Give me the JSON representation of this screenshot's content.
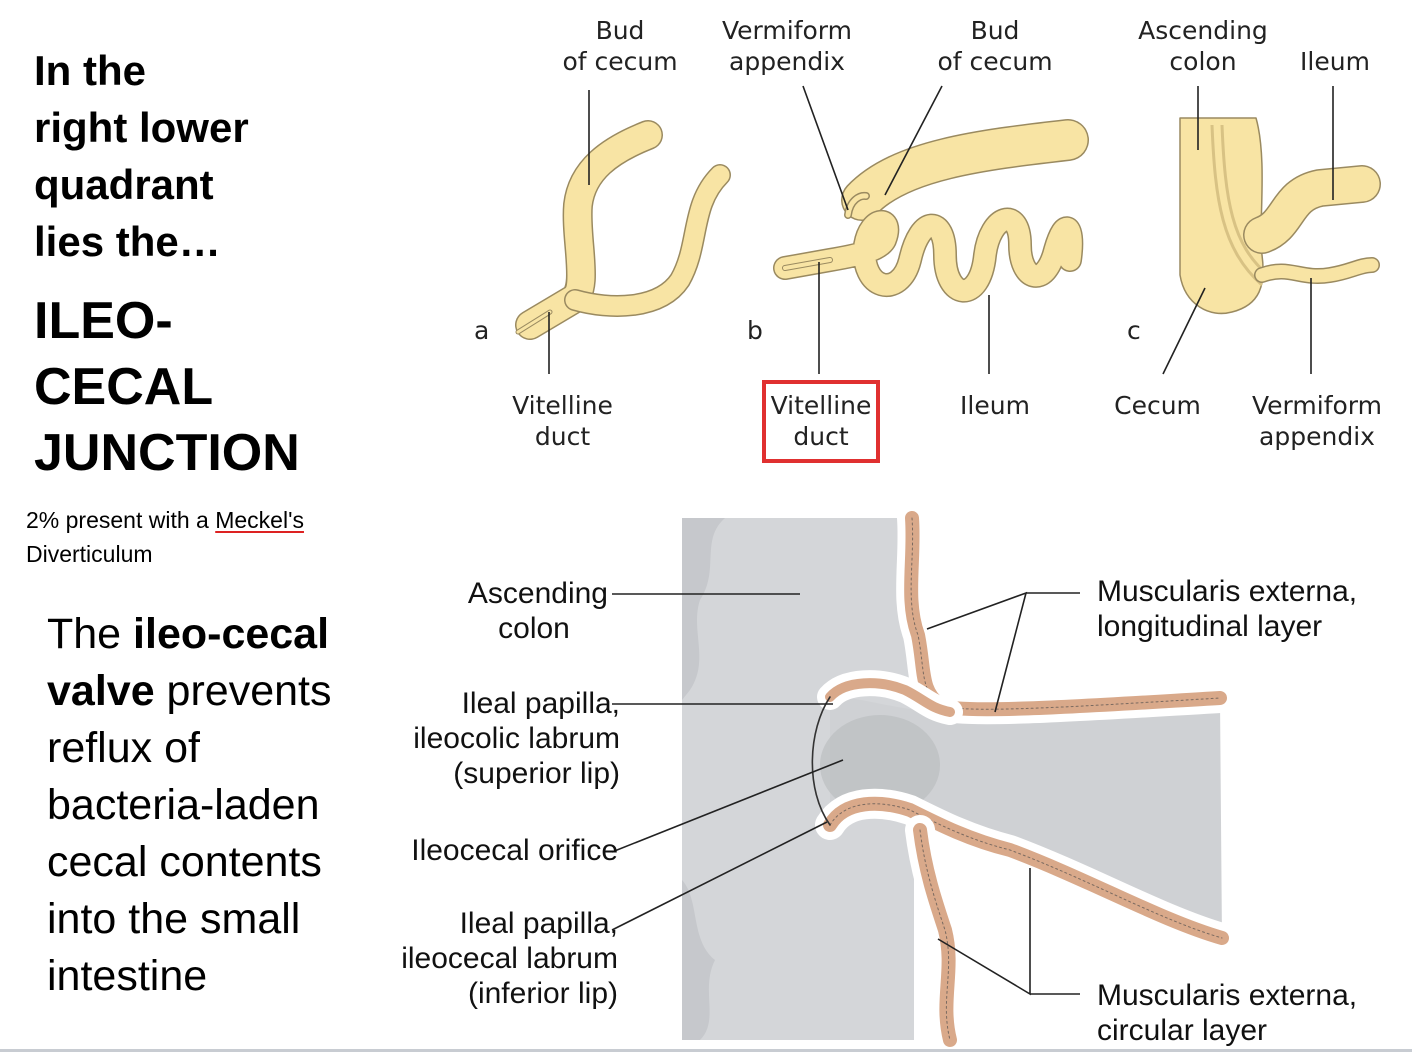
{
  "slide": {
    "heading_lines": [
      "In the",
      "right lower",
      "quadrant",
      "lies the…"
    ],
    "title_lines": [
      "ILEO-",
      "CECAL",
      "JUNCTION"
    ],
    "note_prefix": "2% present with a ",
    "note_link": "Meckel's",
    "note_suffix": "Diverticulum",
    "para": {
      "t1": "The ",
      "b1": "ileo-cecal",
      "b2": "valve",
      "t2": " prevents reflux of bacteria-laden cecal contents into the small intestine"
    }
  },
  "top_diagram": {
    "panel_a": "a",
    "panel_b": "b",
    "panel_c": "c",
    "labels": {
      "bud_a": [
        "Bud",
        "of cecum"
      ],
      "vermiform_b": [
        "Vermiform",
        "appendix"
      ],
      "bud_b": [
        "Bud",
        "of cecum"
      ],
      "ascending": [
        "Ascending",
        "colon"
      ],
      "ileum_c_top": "Ileum",
      "vitelline_a": [
        "Vitelline",
        "duct"
      ],
      "vitelline_b": [
        "Vitelline",
        "duct"
      ],
      "ileum_b": "Ileum",
      "cecum": "Cecum",
      "vermiform_c": [
        "Vermiform",
        "appendix"
      ]
    },
    "highlight_color": "#e03030",
    "gut_color": "#f8e4a4"
  },
  "bottom_diagram": {
    "labels": {
      "ascending": [
        "Ascending",
        "colon"
      ],
      "papilla_sup": [
        "Ileal papilla,",
        "ileocolic labrum",
        "(superior lip)"
      ],
      "orifice": "Ileocecal orifice",
      "papilla_inf": [
        "Ileal papilla,",
        "ileocecal labrum",
        "(inferior lip)"
      ],
      "musc_long": [
        "Muscularis externa,",
        "longitudinal layer"
      ],
      "musc_circ": [
        "Muscularis externa,",
        "circular layer"
      ]
    },
    "muscle_color": "#d9a98a",
    "mucosa_color": "#d4d6d9"
  }
}
